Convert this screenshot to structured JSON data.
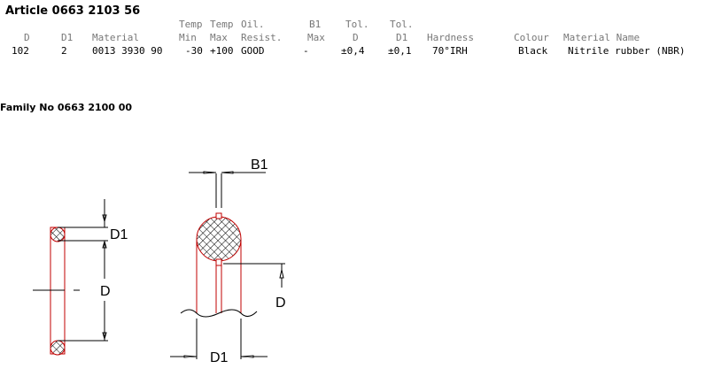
{
  "article_title": "Article 0663 2103 56",
  "headers": {
    "d": "D",
    "d1": "D1",
    "material": "Material",
    "temp_min_1": "Temp",
    "temp_min_2": "Min",
    "temp_max_1": "Temp",
    "temp_max_2": "Max",
    "oil_1": "Oil.",
    "oil_2": "Resist.",
    "b1_1": "B1",
    "b1_2": "Max",
    "tol_d_1": "Tol.",
    "tol_d_2": "D",
    "tol_d1_1": "Tol.",
    "tol_d1_2": "D1",
    "hardness": "Hardness",
    "colour": "Colour",
    "material_name": "Material Name"
  },
  "row": {
    "d": "102",
    "d1": "2",
    "material": "0013 3930 90",
    "temp_min": "-30",
    "temp_max": "+100",
    "oil": "GOOD",
    "b1": "-",
    "tol_d": "±0,4",
    "tol_d1": "±0,1",
    "hardness": "70°IRH",
    "colour": "Black",
    "material_name": "Nitrile rubber (NBR)"
  },
  "family_title": "Family No 0663 2100 00",
  "drawing_labels": {
    "d1_left": "D1",
    "d_left": "D",
    "b1": "B1",
    "d_right": "D",
    "d1_bottom": "D1"
  },
  "colors": {
    "outline": "#c00000",
    "line": "#000000"
  }
}
